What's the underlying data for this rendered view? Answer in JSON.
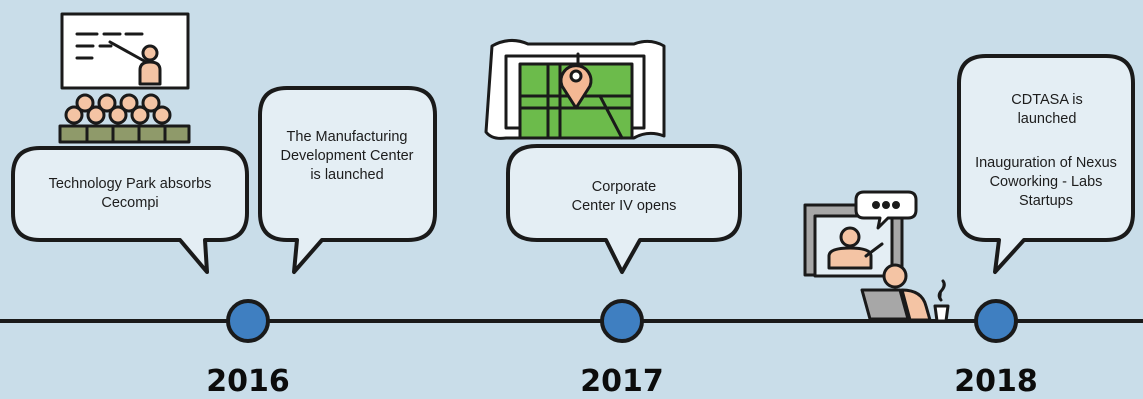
{
  "colors": {
    "background": "#c9dde9",
    "bubble_fill": "#e4eef4",
    "line": "#1a1a1a",
    "marker": "#3f7fc1",
    "map_green": "#6cbb4b",
    "pin": "#f4b894",
    "skin": "#f4c4a4",
    "seat": "#8f9a6a"
  },
  "timeline": {
    "years": [
      "2016",
      "2017",
      "2018"
    ]
  },
  "events": {
    "e1": "Technology Park absorbs Cecompi",
    "e2": "The Manufacturing Development Center is launched",
    "e3": "Corporate Center IV opens",
    "e4a": "CDTASA is launched",
    "e4b": "Inauguration of Nexus Coworking - Labs Startups"
  },
  "icons": {
    "classroom": "presentation-classroom-icon",
    "map": "map-pin-icon",
    "remote": "video-call-work-icon",
    "chat_dots": "..."
  }
}
